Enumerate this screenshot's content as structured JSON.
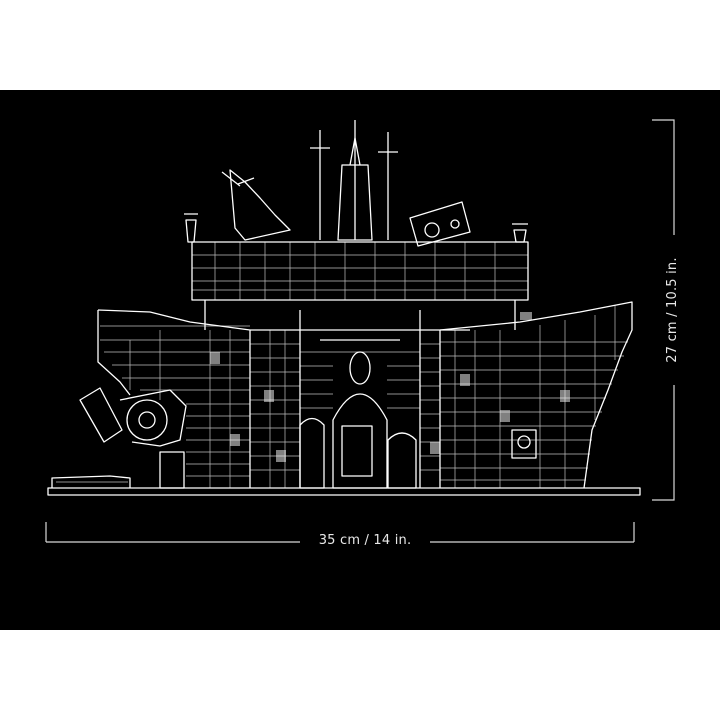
{
  "dimensions": {
    "width_label": "35 cm / 14 in.",
    "height_label": "27 cm / 10.5 in."
  },
  "colors": {
    "background": "#000000",
    "outline": "#ffffff",
    "page": "#ffffff"
  },
  "subject": "building-line-drawing"
}
